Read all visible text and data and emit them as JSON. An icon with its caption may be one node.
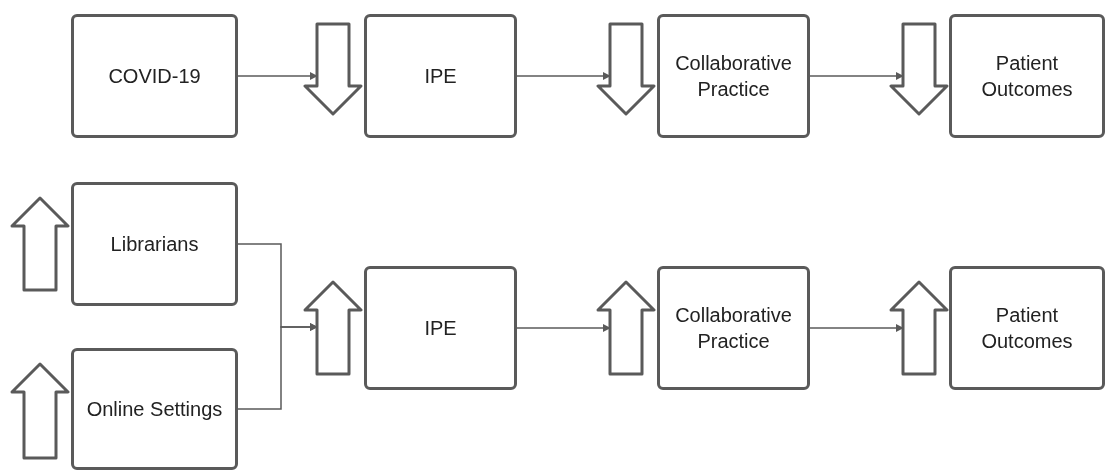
{
  "diagram": {
    "nodes": [
      {
        "text": [
          "COVID-19"
        ]
      },
      {
        "text": [],
        "shape": "arrow"
      },
      {
        "text": [
          "IPE"
        ]
      },
      {
        "text": [],
        "shape": "arrow"
      },
      {
        "text": [
          "Collaborative Practice"
        ]
      },
      {
        "text": [],
        "shape": "arrow"
      },
      {
        "text": [
          "Patient Outcomes"
        ]
      },
      {
        "text": [],
        "shape": "arrow"
      },
      {
        "text": [
          "Librarians"
        ]
      },
      {
        "text": [],
        "shape": "arrow"
      },
      {
        "text": [
          "IPE"
        ]
      },
      {
        "text": [],
        "shape": "arrow"
      },
      {
        "text": [
          "Collaborative Practice"
        ]
      },
      {
        "text": [],
        "shape": "arrow"
      },
      {
        "text": [
          "Patient Outcomes"
        ]
      },
      {
        "text": [],
        "shape": "arrow"
      },
      {
        "text": [
          "Online Settings"
        ]
      }
    ],
    "edges": [
      {
        "from": 0,
        "to": 1,
        "arrow": "to"
      },
      {
        "from": 2,
        "to": 3,
        "arrow": "to"
      },
      {
        "from": 4,
        "to": 5,
        "arrow": "to"
      },
      {
        "from": 8,
        "to": 9,
        "arrow": "to"
      },
      {
        "from": 16,
        "to": 9,
        "arrow": "to"
      },
      {
        "from": 10,
        "to": 11,
        "arrow": "to"
      },
      {
        "from": 12,
        "to": 13,
        "arrow": "to"
      }
    ]
  }
}
